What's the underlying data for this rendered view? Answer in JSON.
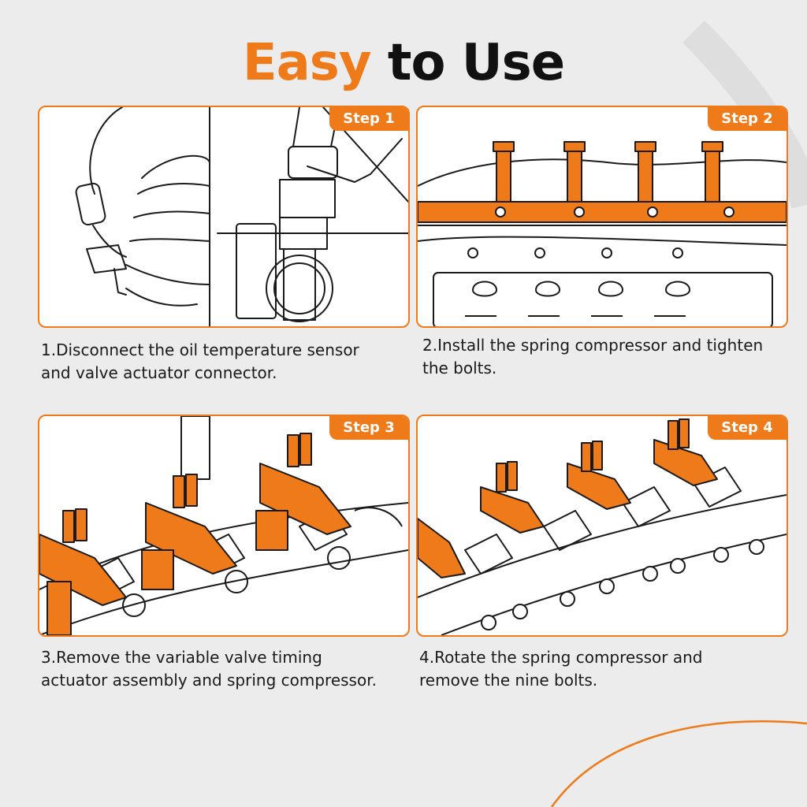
{
  "title": {
    "accent": "Easy",
    "rest": "to Use"
  },
  "colors": {
    "accent": "#ef7a1a",
    "text": "#111111",
    "background": "#ececec"
  },
  "steps": [
    {
      "label": "Step 1",
      "caption": "1.Disconnect the oil temperature sensor and valve actuator connector."
    },
    {
      "label": "Step 2",
      "caption": "2.Install the spring  compressor and tighten the bolts."
    },
    {
      "label": "Step 3",
      "caption": "3.Remove the variable valve timing actuator assembly and spring compressor."
    },
    {
      "label": "Step 4",
      "caption": "4.Rotate the spring compressor and remove the nine bolts."
    }
  ]
}
